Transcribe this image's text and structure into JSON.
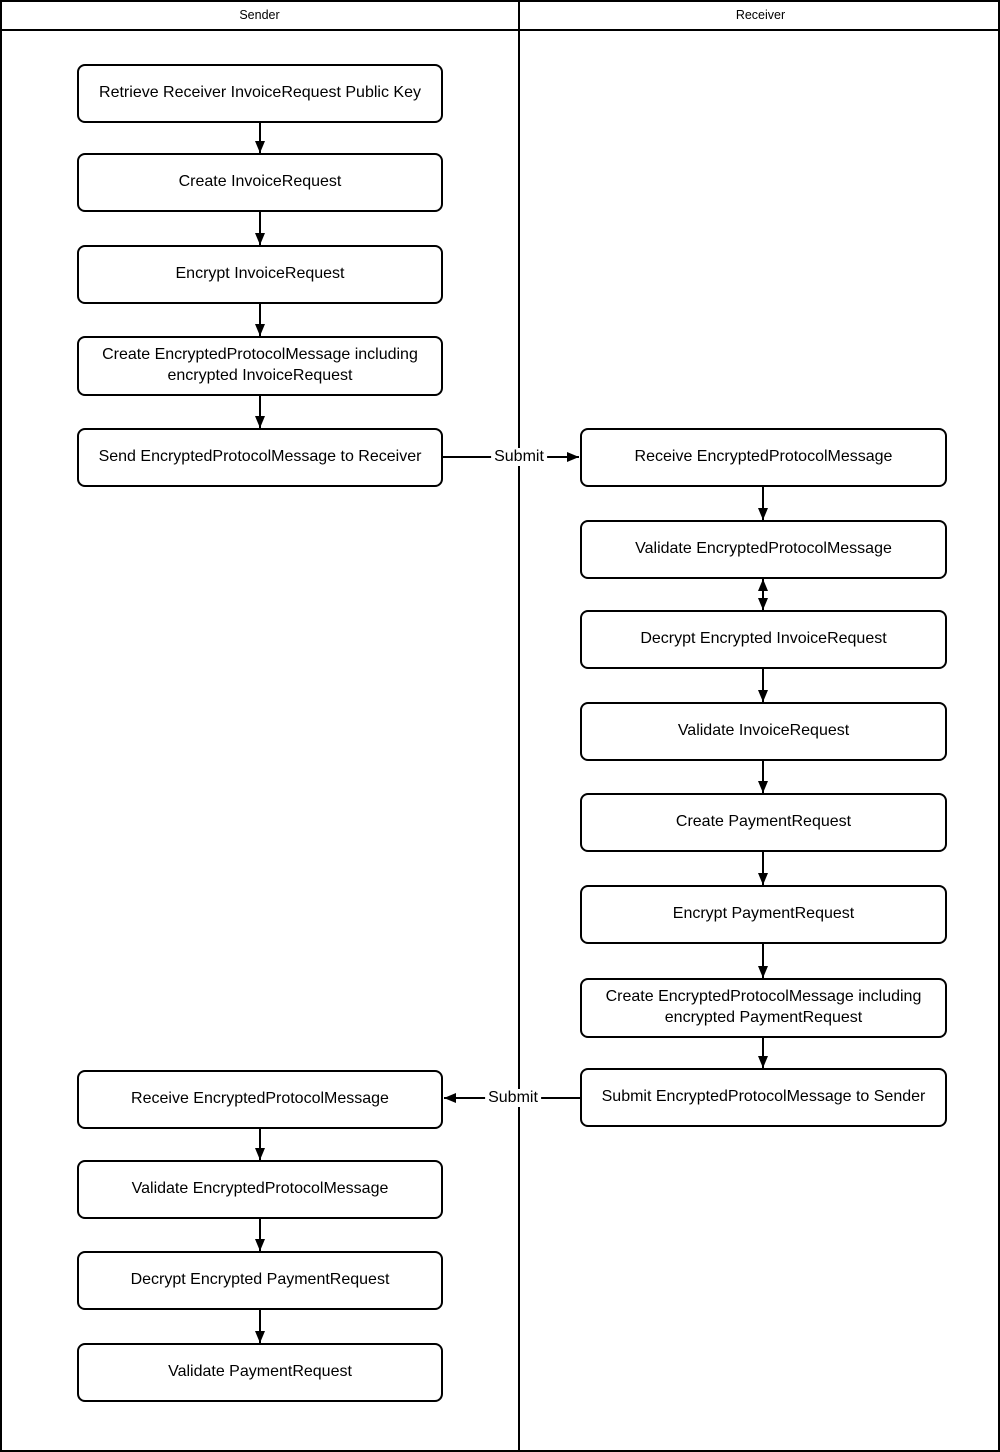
{
  "diagram": {
    "lanes": {
      "sender": {
        "title": "Sender"
      },
      "receiver": {
        "title": "Receiver"
      }
    },
    "sender_steps": [
      "Retrieve Receiver InvoiceRequest Public Key",
      "Create InvoiceRequest",
      "Encrypt InvoiceRequest",
      "Create EncryptedProtocolMessage including encrypted InvoiceRequest",
      "Send EncryptedProtocolMessage to Receiver",
      "Receive EncryptedProtocolMessage",
      "Validate EncryptedProtocolMessage",
      "Decrypt Encrypted PaymentRequest",
      "Validate PaymentRequest"
    ],
    "receiver_steps": [
      "Receive EncryptedProtocolMessage",
      "Validate EncryptedProtocolMessage",
      "Decrypt Encrypted InvoiceRequest",
      "Validate InvoiceRequest",
      "Create PaymentRequest",
      "Encrypt PaymentRequest",
      "Create EncryptedProtocolMessage including encrypted PaymentRequest",
      "Submit EncryptedProtocolMessage to Sender"
    ],
    "connector_labels": {
      "sender_to_receiver": "Submit",
      "receiver_to_sender": "Submit"
    },
    "colors": {
      "stroke": "#000000",
      "fill": "#ffffff",
      "text": "#000000"
    }
  }
}
